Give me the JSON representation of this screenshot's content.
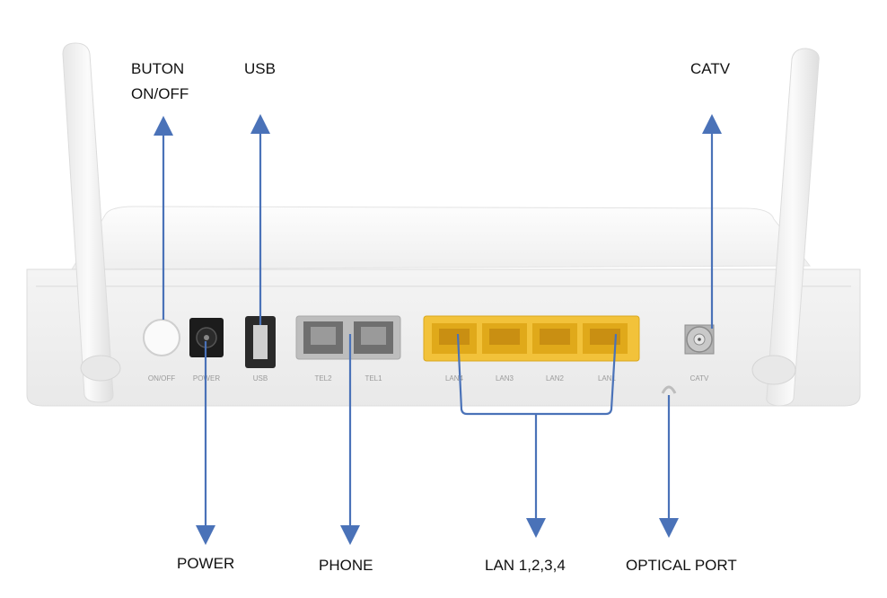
{
  "callouts": {
    "buton_line1": "BUTON",
    "buton_line2": "ON/OFF",
    "usb": "USB",
    "catv": "CATV",
    "power": "POWER",
    "phone": "PHONE",
    "lan": "LAN 1,2,3,4",
    "optical": "OPTICAL PORT"
  },
  "port_labels": {
    "onoff": "ON/OFF",
    "power": "POWER",
    "usb": "USB",
    "tel2": "TEL2",
    "tel1": "TEL1",
    "lan4": "LAN4",
    "lan3": "LAN3",
    "lan2": "LAN2",
    "lan1": "LAN1",
    "catv": "CATV"
  },
  "colors": {
    "arrow": "#4a72b8",
    "lan_port": "#f2c23a",
    "body": "#f5f5f5"
  }
}
